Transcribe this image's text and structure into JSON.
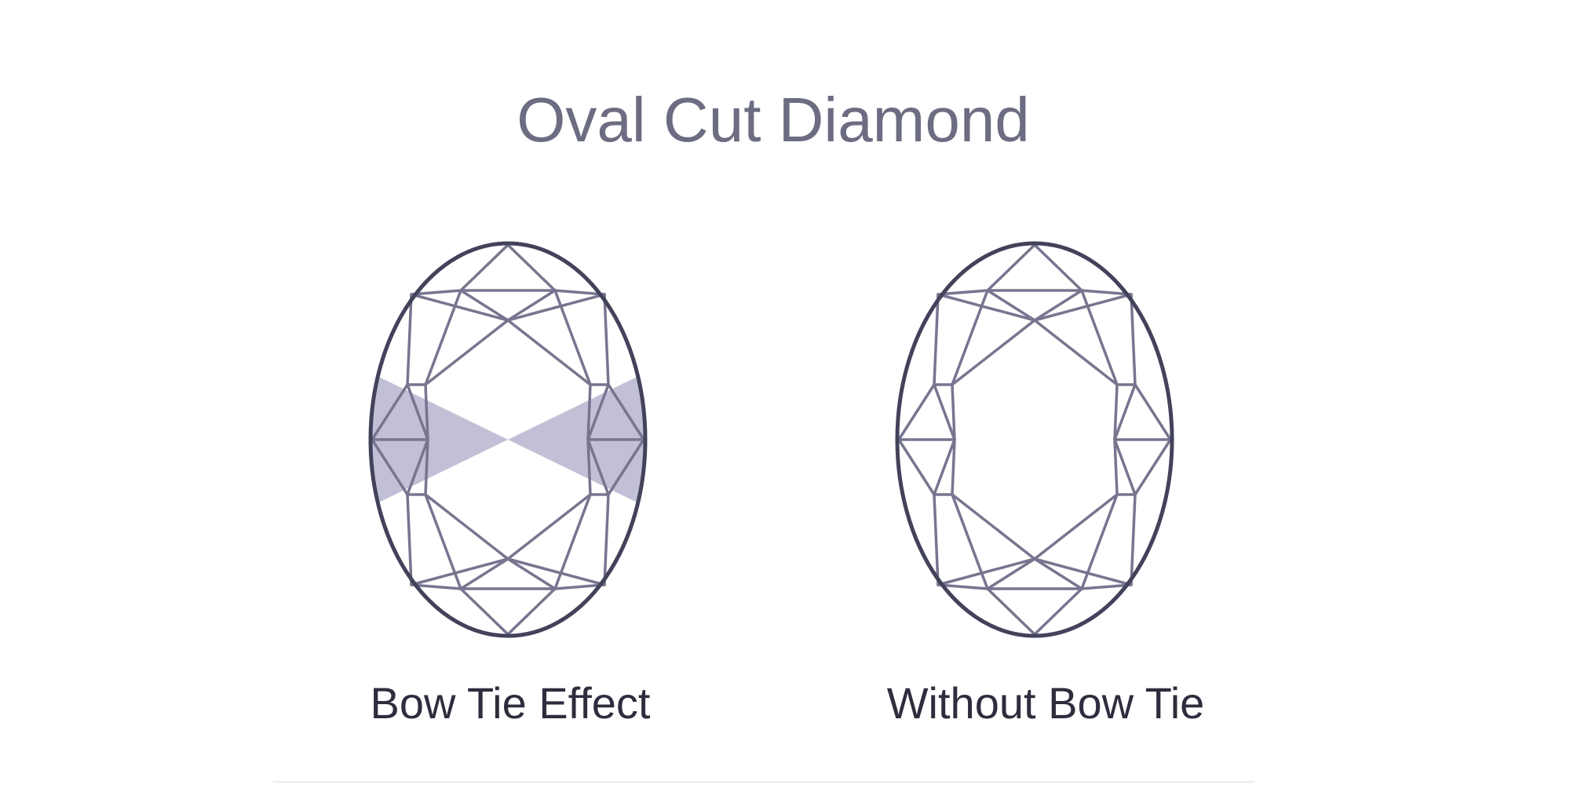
{
  "title": "Oval Cut Diamond",
  "diagrams": [
    {
      "caption": "Bow Tie Effect",
      "bow_tie": true
    },
    {
      "caption": "Without Bow Tie",
      "bow_tie": false
    }
  ],
  "colors": {
    "title": "#6c6c82",
    "caption": "#2d2d3e",
    "outline": "#42425a",
    "facet": "#77758f",
    "bow_tie_fill": "#c2c0d6"
  }
}
